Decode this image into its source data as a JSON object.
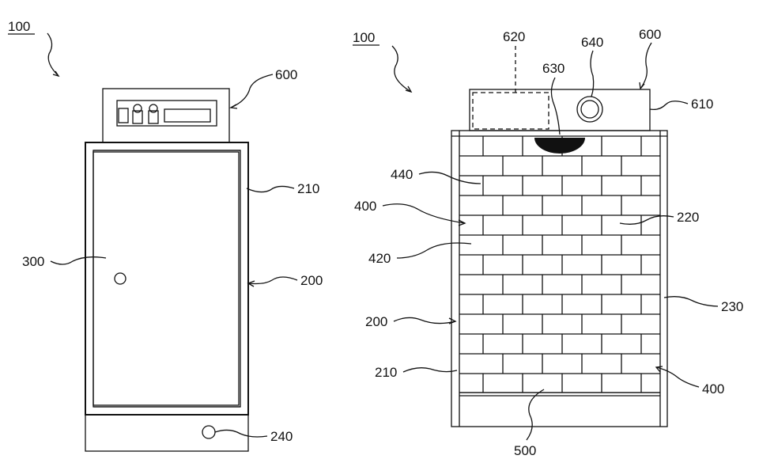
{
  "left_figure": {
    "ref_main": "100",
    "label_600": "600",
    "label_210": "210",
    "label_300": "300",
    "label_200": "200",
    "label_240": "240"
  },
  "right_figure": {
    "ref_main": "100",
    "label_620": "620",
    "label_640": "640",
    "label_600": "600",
    "label_630": "630",
    "label_610": "610",
    "label_440": "440",
    "label_400_top": "400",
    "label_220": "220",
    "label_420": "420",
    "label_200": "200",
    "label_230": "230",
    "label_210": "210",
    "label_400_bottom": "400",
    "label_500": "500"
  }
}
